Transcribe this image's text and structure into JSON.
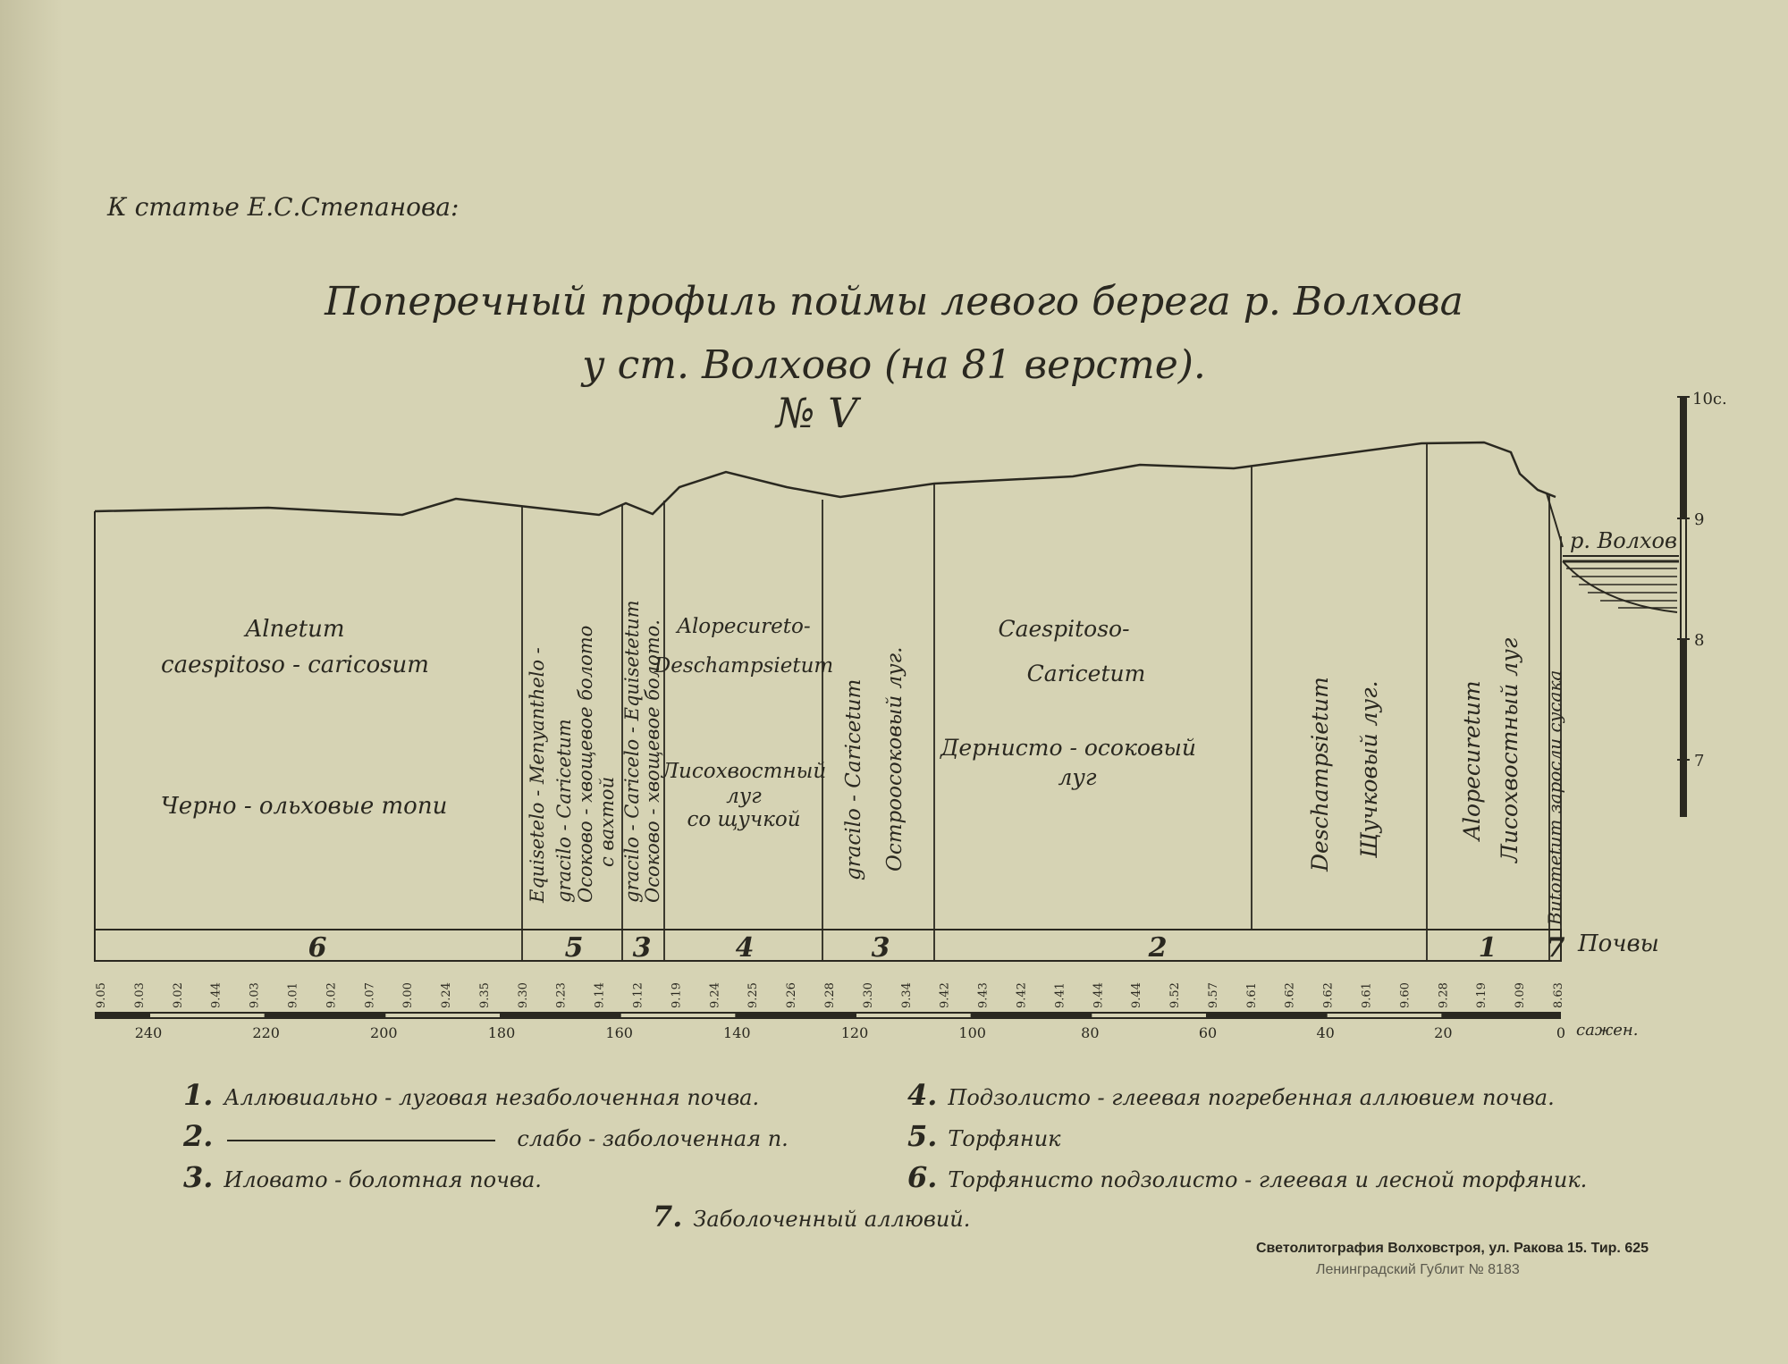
{
  "header": {
    "subtitle": "К статье Е.С.Степанова:",
    "title_line1": "Поперечный профиль поймы левого берега р. Волхова",
    "title_line2": "у ст. Волхово (на 81 версте).",
    "number": "№ V"
  },
  "river_label": "р. Волхов",
  "soils_label": "Почвы",
  "distance_unit": "сажен.",
  "scale": {
    "ticks": [
      "10с.",
      "9",
      "8",
      "7"
    ]
  },
  "zones": [
    {
      "id": "z1",
      "lines": [
        "Alnetum",
        "caespitoso - caricosum",
        "",
        "Черно - ольховые топи"
      ]
    },
    {
      "id": "z2",
      "lines": [
        "Equisetelo - Menyanthelo -",
        "gracilo - Caricetum",
        "Осоково - хвощевое болото",
        "с вахтой"
      ]
    },
    {
      "id": "z3",
      "lines": [
        "gracilo - Caricelo - Equisetetum",
        "Осоково - хвощевое болото."
      ]
    },
    {
      "id": "z4",
      "lines": [
        "Alopecureto-",
        "Deschampsietum",
        "",
        "Лисохвостный",
        "луг",
        "со щучкой"
      ]
    },
    {
      "id": "z5",
      "lines": [
        "gracilo - Caricetum",
        "Остроосоковый луг."
      ]
    },
    {
      "id": "z6",
      "lines": [
        "Caespitoso-",
        "Caricetum",
        "",
        "Дернисто - осоковый",
        "луг"
      ]
    },
    {
      "id": "z7",
      "lines": [
        "Deschampsietum",
        "Щучковый луг."
      ]
    },
    {
      "id": "z8",
      "lines": [
        "Alopecuretum",
        "Лисохвостный луг"
      ]
    },
    {
      "id": "z9",
      "lines": [
        "Butometum заросли сусака"
      ]
    }
  ],
  "soil_numbers": [
    "6",
    "5",
    "3",
    "4",
    "3",
    "2",
    "1",
    "7"
  ],
  "elevations": [
    "9.05",
    "9.03",
    "9.02",
    "9.44",
    "9.03",
    "9.01",
    "9.02",
    "9.07",
    "9.00",
    "9.24",
    "9.35",
    "9.30",
    "9.23",
    "9.14",
    "9.12",
    "9.19",
    "9.24",
    "9.25",
    "9.26",
    "9.28",
    "9.30",
    "9.34",
    "9.42",
    "9.43",
    "9.42",
    "9.41",
    "9.44",
    "9.44",
    "9.52",
    "9.57",
    "9.61",
    "9.62",
    "9.62",
    "9.61",
    "9.60",
    "9.28",
    "9.19",
    "9.09",
    "8.63"
  ],
  "distance_ticks": [
    "240",
    "220",
    "200",
    "180",
    "160",
    "140",
    "120",
    "100",
    "80",
    "60",
    "40",
    "20",
    "0"
  ],
  "legend": [
    {
      "num": "1.",
      "text": "Аллювиально - луговая незаболоченная почва."
    },
    {
      "num": "2.",
      "text": "слабо - заболоченная п."
    },
    {
      "num": "3.",
      "text": "Иловато - болотная почва."
    },
    {
      "num": "4.",
      "text": "Подзолисто - глеевая погребенная аллювием почва."
    },
    {
      "num": "5.",
      "text": "Торфяник"
    },
    {
      "num": "6.",
      "text": "Торфянисто подзолисто - глеевая и лесной торфяник."
    },
    {
      "num": "7.",
      "text": "Заболоченный аллювий."
    }
  ],
  "imprint": {
    "line1": "Светолитография Волховстроя, ул. Ракова 15. Тир. 625",
    "line2": "Ленинградский Гублит № 8183"
  }
}
